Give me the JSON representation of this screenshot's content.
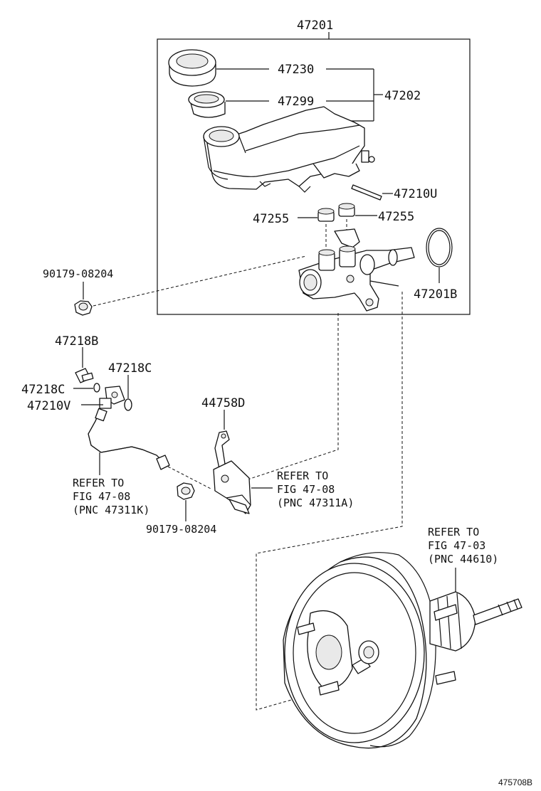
{
  "diagram": {
    "labels": {
      "p47201": "47201",
      "p47230": "47230",
      "p47299": "47299",
      "p47202": "47202",
      "p47210U": "47210U",
      "p47255_left": "47255",
      "p47255_right": "47255",
      "p47201B": "47201B",
      "p90179_top": "90179-08204",
      "p47218B": "47218B",
      "p47218C_right": "47218C",
      "p47218C_left": "47218C",
      "p47210V": "47210V",
      "p44758D": "44758D",
      "p90179_bottom": "90179-08204"
    },
    "refs": {
      "left": [
        "REFER TO",
        "FIG 47-08",
        "(PNC 47311K)"
      ],
      "middle": [
        "REFER TO",
        "FIG 47-08",
        "(PNC 47311A)"
      ],
      "right": [
        "REFER TO",
        "FIG 47-03",
        "(PNC 44610)"
      ]
    },
    "figure_code": "475708B"
  }
}
